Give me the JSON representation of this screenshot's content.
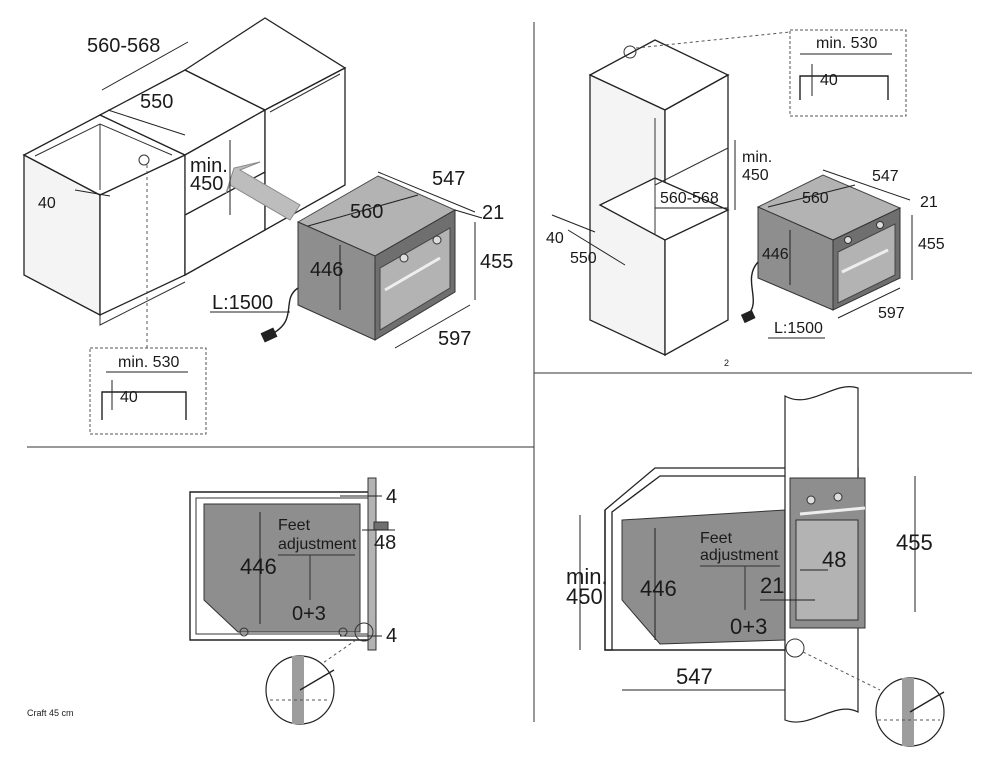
{
  "panel_top_left": {
    "dims": {
      "width_range": "560-568",
      "depth": "550",
      "min_height_label": "min.",
      "min_height_value": "450",
      "side_gap": "40",
      "oven_depth": "547",
      "oven_inner": "560",
      "oven_front": "21",
      "oven_side": "446",
      "oven_height": "455",
      "oven_width": "597",
      "cable": "L:1500"
    },
    "detail": {
      "min_label": "min. 530",
      "gap": "40"
    }
  },
  "panel_top_right": {
    "detail": {
      "min_label": "min. 530",
      "gap": "40"
    },
    "dims": {
      "min_height_label": "min.",
      "min_height_value": "450",
      "width_range": "560-568",
      "side_gap": "40",
      "depth": "550",
      "oven_depth": "547",
      "oven_inner": "560",
      "oven_front": "21",
      "oven_side": "446",
      "oven_height": "455",
      "oven_width": "597",
      "cable": "L:1500"
    },
    "page_number": "2"
  },
  "panel_bottom_left": {
    "dims": {
      "top_gap": "4",
      "feet_label_1": "Feet",
      "feet_label_2": "adjustment",
      "depth_step": "48",
      "height": "446",
      "adjust": "0+3",
      "bottom_gap": "4"
    },
    "caption": "Craft 45 cm"
  },
  "panel_bottom_right": {
    "dims": {
      "min_label": "min.",
      "min_value": "450",
      "feet_label_1": "Feet",
      "feet_label_2": "adjustment",
      "height": "446",
      "depth_step": "48",
      "front": "21",
      "adjust": "0+3",
      "depth": "547",
      "total_height": "455"
    }
  },
  "colors": {
    "oven_grey": "#8e8e8e",
    "line": "#222222"
  }
}
